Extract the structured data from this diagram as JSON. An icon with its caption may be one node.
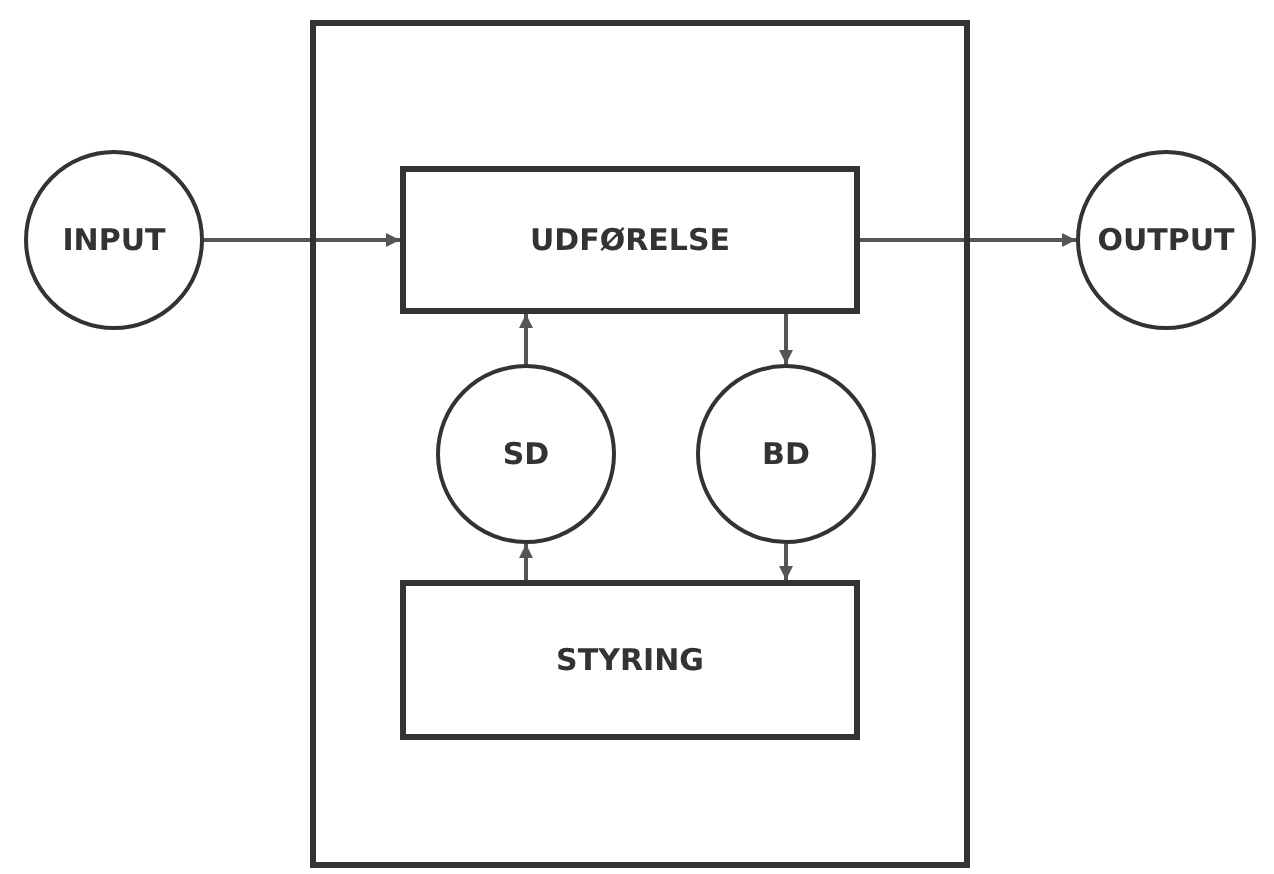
{
  "diagram": {
    "nodes": [
      {
        "text": [],
        "shape": "box"
      },
      {
        "text": [
          "INPUT"
        ]
      },
      {
        "text": [
          "UDFØRELSE"
        ],
        "in": 0
      },
      {
        "text": [
          "OUTPUT"
        ]
      },
      {
        "text": [
          "SD"
        ],
        "in": 0
      },
      {
        "text": [
          "BD"
        ],
        "in": 0
      },
      {
        "text": [
          "STYRING"
        ],
        "in": 0
      }
    ],
    "edges": [
      {
        "from": 1,
        "to": 2,
        "arrow": "to"
      },
      {
        "from": 2,
        "to": 3,
        "arrow": "to"
      },
      {
        "from": 4,
        "to": 2,
        "arrow": "to"
      },
      {
        "from": 6,
        "to": 4,
        "arrow": "to"
      },
      {
        "from": 2,
        "to": 5,
        "arrow": "to"
      },
      {
        "from": 5,
        "to": 6,
        "arrow": "to"
      }
    ]
  }
}
